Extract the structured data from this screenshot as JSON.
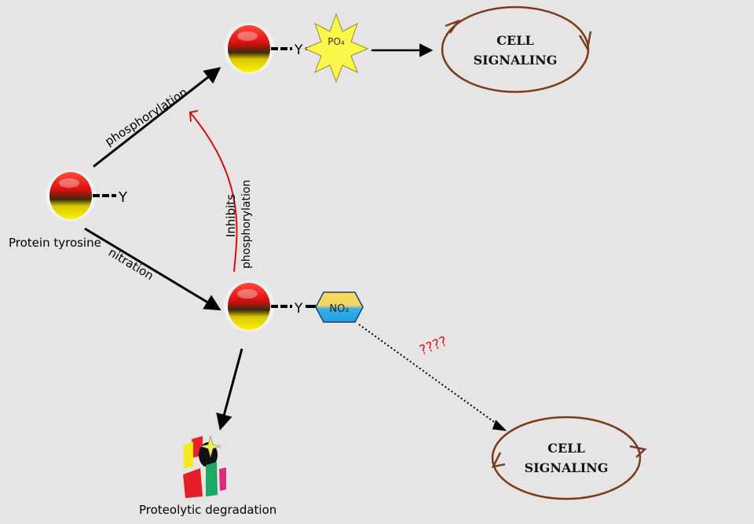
{
  "protein": {
    "label": "Protein tyrosine",
    "residue": "Y"
  },
  "phosphorylated": {
    "residue": "Y",
    "group_label": "PO₄"
  },
  "nitrated": {
    "residue": "Y",
    "group_label": "NO₂"
  },
  "edges": {
    "phosphorylation": "phosphorylation",
    "nitration": "nitration",
    "inhibits_line1": "Inhibits",
    "inhibits_line2": "phosphorylation",
    "unknown": "????"
  },
  "cell_signaling_top": {
    "line1": "CELL",
    "line2": "SIGNALING"
  },
  "cell_signaling_bottom": {
    "line1": "CELL",
    "line2": "SIGNALING"
  },
  "degradation": {
    "label": "Proteolytic degradation"
  },
  "colors": {
    "background": "#e7e4e5",
    "sphere_red": "#e01010",
    "sphere_yellow": "#f2e600",
    "signaling_ring": "#7a3b1c",
    "inhibit_arrow": "#cc1111",
    "unknown_text": "#dd1111",
    "no2_top": "#f4d75a",
    "no2_bottom": "#29a7e6"
  }
}
